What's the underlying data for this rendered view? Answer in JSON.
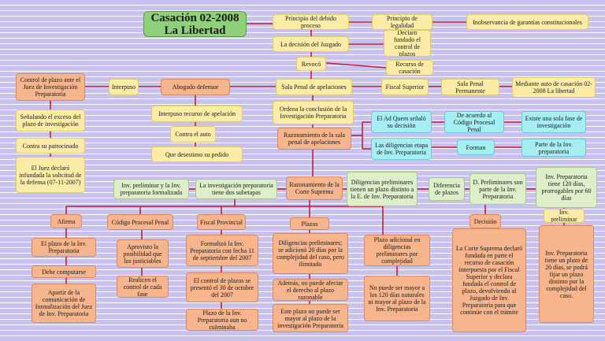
{
  "title_line1": "Casación 02-2008",
  "title_line2": "La Libertad",
  "nodes": {
    "principio_debido": "Principio del debido proceso",
    "principio_legalidad": "Principio de legalidad",
    "inobservancia": "Inobservancia de garantías constitucionales",
    "decision_juzgado": "La decisión del Juzgado",
    "declaro_fundado": "Declaró fundado el control de plazos",
    "revoco": "Revocó",
    "recurso_casacion": "Recurso de casación",
    "control_plazo_juez": "Control de plazo ante el Juez de Investigación Preparatoria",
    "interpuso": "Interpuso",
    "abogado_defensor": "Abogado defensor",
    "sala_penal_apelaciones": "Sala Penal de apelaciones",
    "fiscal_superior": "Fiscal Superior",
    "sala_penal_permanente": "Sala Penal Permanente",
    "mediante_auto": "Mediante auto de casación 02-2008 La libertad",
    "senalando_exceso": "Señalando el exceso del plazo de investigación",
    "interpuso_recurso_apelacion": "Interpuso recurso de apelación",
    "ordena_conclusion": "Ordena la conclusión de la Investigación Preparatoria",
    "ad_quem": "El Ad Quem señaló su decisión",
    "acuerdo_codigo": "De acuerdo al Código Procesal Penal",
    "existe_fase": "Existe una sola fase de investigación",
    "contra_patrocinado": "Contra su patrocinado",
    "contra_auto": "Contra el auto",
    "diligencias_etapa": "Las diligencias etapa de Inv. Preparatoria",
    "forma_n": "Forman",
    "parte_inv": "Parte de la Inv. preparatoria",
    "juez_declaro": "El Juez declaró infundada la solicitud de la defensa (07-11-2007)",
    "desestimo": "Que desestimo su pedido",
    "razonamiento_sala": "Razonamiento de la sala penal de apelaciones",
    "inv_preliminar_formalizada": "Inv. preliminar y la Inv. preparatoria formalizada",
    "inv_dos_subetapas": "La investigación preparatoria tiene dos subetapas",
    "razonamiento_corte": "Razonamiento de la Corte Suprema",
    "diligencias_plazo": "Diligencias preliminares tienen un plazo distinto a la E. de Inv. Preparatoria",
    "diferencia_plazos": "Diferencia de plazos",
    "d_preliminares": "D. Preliminares son parte de la Inv. Preparatoria",
    "inv_120": "Inv. Preparatoria tiene 120 días, prorrogables por 60 días",
    "afirma": "Afirma",
    "codigo_procesal": "Código Procesal Penal",
    "fiscal_provincial": "Fiscal Provincial",
    "plazos": "Plazos",
    "decision_right": "Decisión",
    "inv_preliminar_20": "Inv. preliminar",
    "plazo_inv_preparatoria": "El plazo de la Inv. Preparatoria",
    "aprovisto": "Aprovisto la posibilidad que los justiciables",
    "formalizo": "Formalizó la Inv. Preparatoria con fecha 11 de septiembre del 2007",
    "diligencias_20": "Diligencias preliminares; se adicionó 20 días por la complejidad del caso, pero ilimitado",
    "plazo_adicional": "Plazo adicional en diligencias preliminares por complejidad",
    "corte_suprema": "La Corte Suprema declaró fundada en parte el recurso de casación interpuesta por el Fiscal Superior y declara fundada el control de plazo, devolviendo al Juzgado de Inv. Preparatoria para que continúe con el trámite",
    "inv_20_text": "Inv. Preparatoria tiene un plazo de 20 días, se podrá fijar un plazo distinto por la complejidad del caso.",
    "debe_computarse": "Debe computarse",
    "realicen_control": "Realicen el control de cada fase",
    "control_plazos_presento": "El control de plazos se presentó el 30 de octubre del 2007",
    "ademas_no_puede": "Además, no puede afectar el derecho al plazo razonable",
    "no_puede_mayor": "No puede ser mayor a los 120 días naturales ni mayor al plazo de la Inv. Preparatoria",
    "apartir_comunicacion": "Apartir de la comunicación de formalización del Juez de Inv. Preparatoria",
    "plazo_no_culminaba": "Plazo de la Inv. Preparatoria aun no culminaba",
    "este_plazo": "Este plazo no puede ser mayor al plazo de la investigación Preparatoria"
  },
  "colors": {
    "yellow": "#fdeca8",
    "orange": "#f6b58c",
    "cyan": "#a5eef2",
    "green": "#dcefc9",
    "title_green": "#8fd17a",
    "connector": "#c21f2f"
  }
}
